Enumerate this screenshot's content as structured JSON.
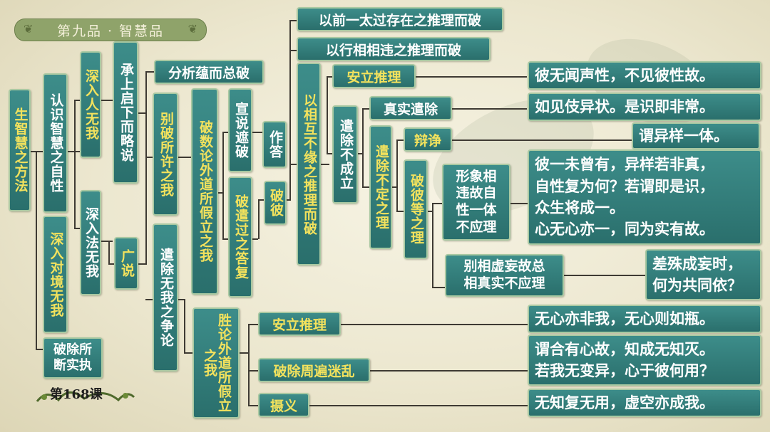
{
  "header": {
    "title": "第九品 · 智慧品"
  },
  "footer": {
    "lesson": "第168课"
  },
  "nodes": {
    "n_shengzhihui": "生智慧之方法",
    "n_renshi": "认识智慧之自性",
    "n_shenru_renwuwo": "深入人无我",
    "n_chengshang": "承上启下而略说",
    "n_fenxi": "分析蕴而总破",
    "n_shenru_fawuwo": "深入法无我",
    "n_guangshuo": "广说",
    "n_bie_po": "别破所许之我",
    "n_po_shulun": "破数论外道所假立之我",
    "n_xuanshuo": "宣说遮破",
    "n_zuoda": "作答",
    "n_pobi": "破彼",
    "n_po_qiguo": "破遣过之答复",
    "n_yiqian": "以前一太过存在之推理而破",
    "n_yixing": "以行相相违之推理而破",
    "n_yi_huxiang": "以相互不缘之推理而破",
    "n_anli_1": "安立推理",
    "n_qianchu_bucheng": "遣除不成立",
    "n_zhenshi": "真实遣除",
    "n_qianchu_buding": "遣除不定之理",
    "n_bianjing": "辩诤",
    "n_po_bideng": "破彼等之理",
    "n_xingxiang": "形象相\n违故自\n性一体\n不应理",
    "n_bie_xiang": "别相虚妄故总\n相真实不应理",
    "n_shenru_duijing": "深入对境无我",
    "n_qianchu_wuwo": "遣除无我之争论",
    "n_shenglun": "胜论外道所假立之我",
    "n_anli_2": "安立推理",
    "n_pochu_zhoubian": "破除周遍迷乱",
    "n_sheyi": "摄义",
    "n_pochu_duanshi": "破除所\n断实执"
  },
  "verses": {
    "v1": "彼无闻声性，不见彼性故。",
    "v2": "如见伎异状。是识即非常。",
    "v3": "谓异样一体。",
    "v4": "彼一未曾有，异样若非真，\n自性复为何？若谓即是识，\n众生将成一。\n心无心亦一，同为实有故。",
    "v5": "差殊成妄时，\n何为共同依？",
    "v6": "无心亦非我，无心则如瓶。",
    "v7": "谓合有心故，知成无知灭。\n若我无变异，心于彼何用？",
    "v8": "无知复无用，虚空亦成我。"
  },
  "colors": {
    "box_fill": "#2f7b78",
    "box_border": "#a9c9a2",
    "highlight_text": "#f3e25d",
    "connector": "#3e3a33"
  }
}
